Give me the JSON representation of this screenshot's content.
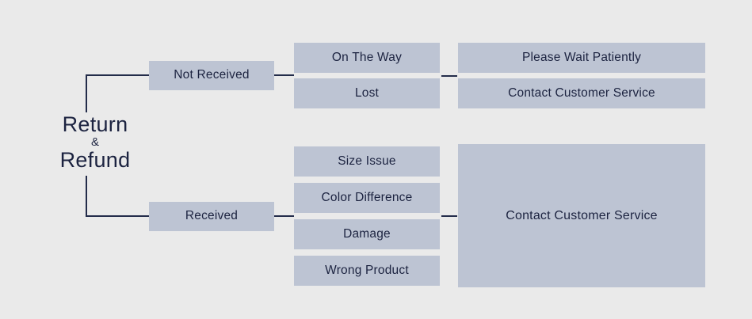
{
  "diagram": {
    "title": "Return & Refund decision flow",
    "background_color": "#eaeaea",
    "node_fill_color": "#bdc4d3",
    "text_color": "#1c2340",
    "connector_color": "#232c4a",
    "root": {
      "line1": "Return",
      "ampersand": "&",
      "line2": "Refund"
    },
    "branches": [
      {
        "id": "not-received",
        "label": "Not Received",
        "reasons": [
          {
            "label": "On The Way",
            "action": "Please Wait Patiently"
          },
          {
            "label": "Lost",
            "action": "Contact Customer Service"
          }
        ]
      },
      {
        "id": "received",
        "label": "Received",
        "reasons": [
          {
            "label": "Size Issue"
          },
          {
            "label": "Color Difference"
          },
          {
            "label": "Damage"
          },
          {
            "label": "Wrong Product"
          }
        ],
        "shared_action": "Contact Customer Service"
      }
    ]
  }
}
